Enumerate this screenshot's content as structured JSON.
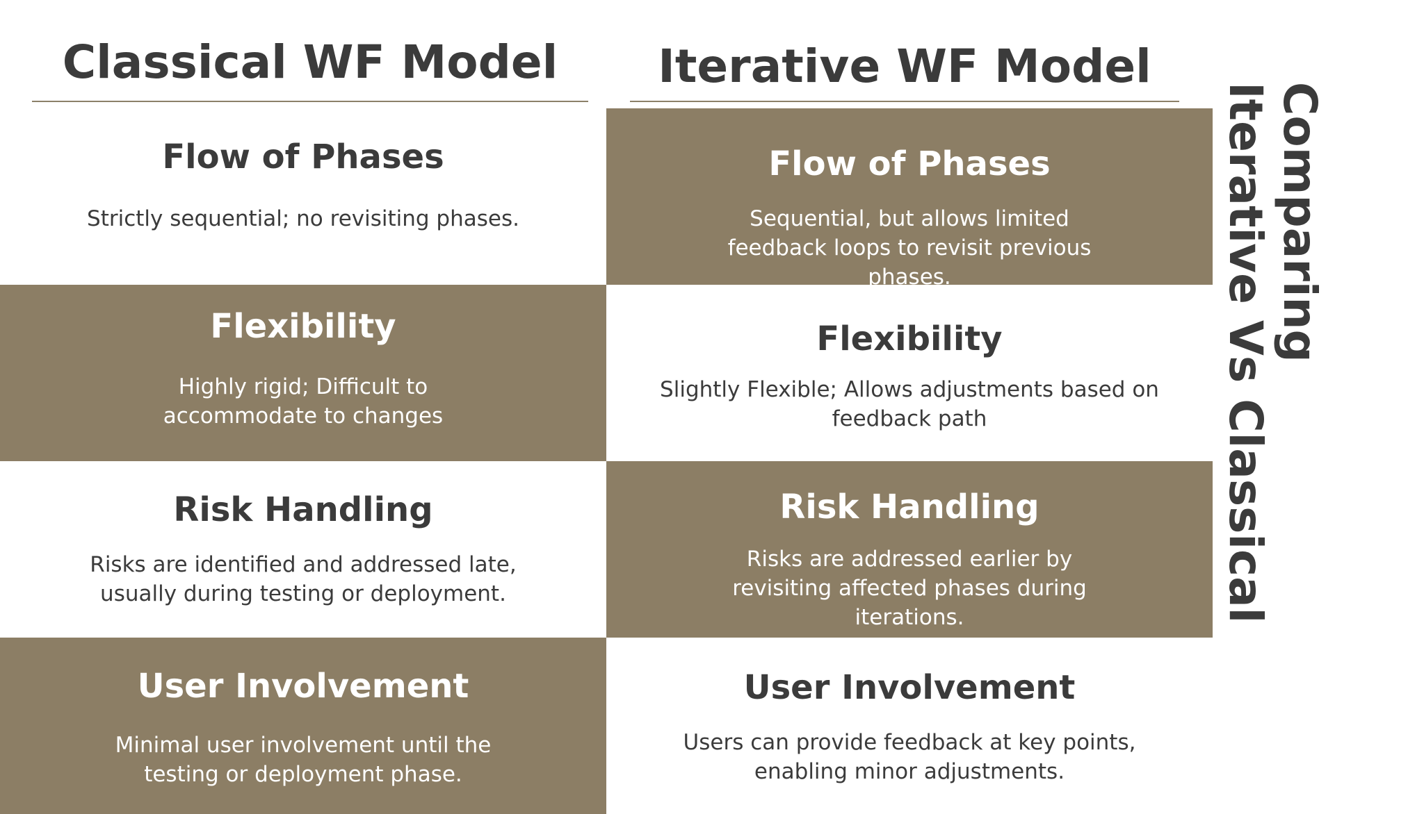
{
  "headers": {
    "classical": "Classical WF Model",
    "iterative": "Iterative WF Model"
  },
  "side_title": {
    "line1": "Comparing",
    "line2": "Iterative Vs Classical"
  },
  "classical": {
    "flow": {
      "title": "Flow of Phases",
      "desc": "Strictly sequential; no revisiting phases."
    },
    "flex": {
      "title": "Flexibility",
      "desc": "Highly rigid; Difficult to accommodate to changes"
    },
    "risk": {
      "title": "Risk Handling",
      "desc": "Risks are identified and addressed late, usually during testing or deployment."
    },
    "user": {
      "title": "User Involvement",
      "desc": "Minimal user involvement until the testing or deployment phase."
    }
  },
  "iterative": {
    "flow": {
      "title": "Flow of Phases",
      "desc": "Sequential, but allows limited feedback loops to revisit previous phases."
    },
    "flex": {
      "title": "Flexibility",
      "desc": "Slightly Flexible; Allows adjustments based on feedback path"
    },
    "risk": {
      "title": "Risk Handling",
      "desc": "Risks are addressed earlier by revisiting affected phases during iterations."
    },
    "user": {
      "title": "User Involvement",
      "desc": "Users can provide feedback at key points, enabling minor adjustments."
    }
  },
  "colors": {
    "dark_cell": "#8c7e65",
    "text": "#3b3b3b",
    "rule": "#8c8068"
  }
}
